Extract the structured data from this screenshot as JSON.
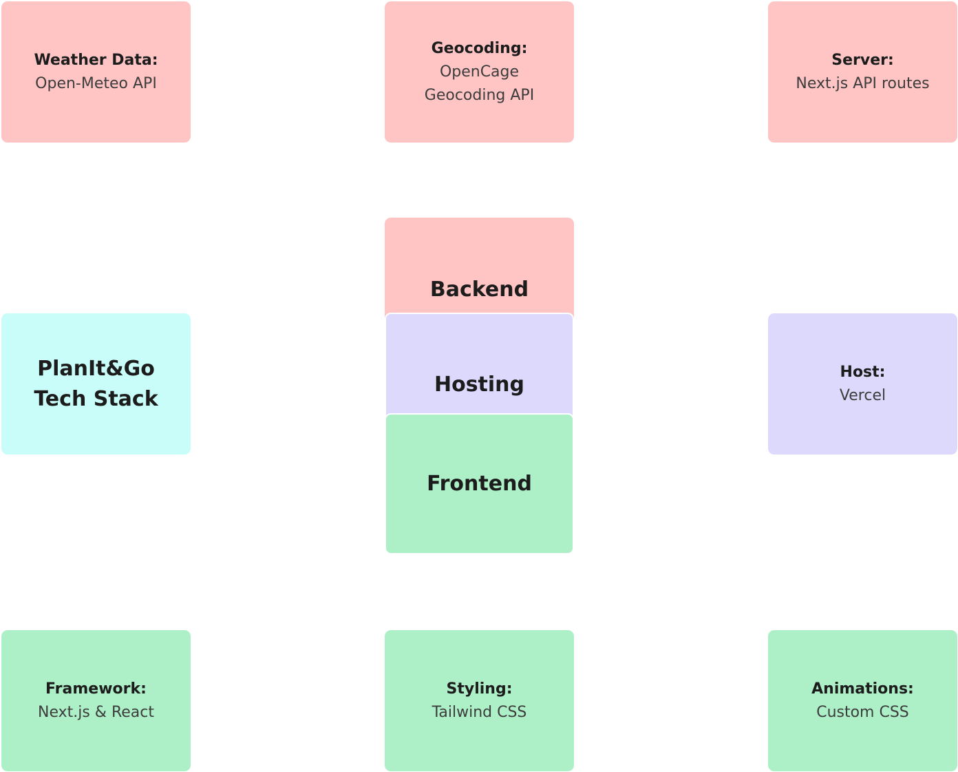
{
  "colors": {
    "backend_color": "#ffc5c4",
    "hosting_color": "#ddd9fd",
    "frontend_color": "#adf0c8",
    "title_color": "#c8fdfa"
  },
  "title": {
    "line1": "PlanIt&Go",
    "line2": "Tech Stack"
  },
  "hubs": {
    "backend": "Backend",
    "hosting": "Hosting",
    "frontend": "Frontend"
  },
  "backend": {
    "weather": {
      "label": "Weather Data:",
      "value": "Open-Meteo API"
    },
    "geocoding": {
      "label": "Geocoding:",
      "value_line1": "OpenCage",
      "value_line2": "Geocoding API"
    },
    "server": {
      "label": "Server:",
      "value": "Next.js API routes"
    }
  },
  "hosting": {
    "host": {
      "label": "Host:",
      "value": "Vercel"
    }
  },
  "frontend": {
    "framework": {
      "label": "Framework:",
      "value": "Next.js & React"
    },
    "styling": {
      "label": "Styling:",
      "value": "Tailwind CSS"
    },
    "animations": {
      "label": "Animations:",
      "value": "Custom CSS"
    }
  }
}
